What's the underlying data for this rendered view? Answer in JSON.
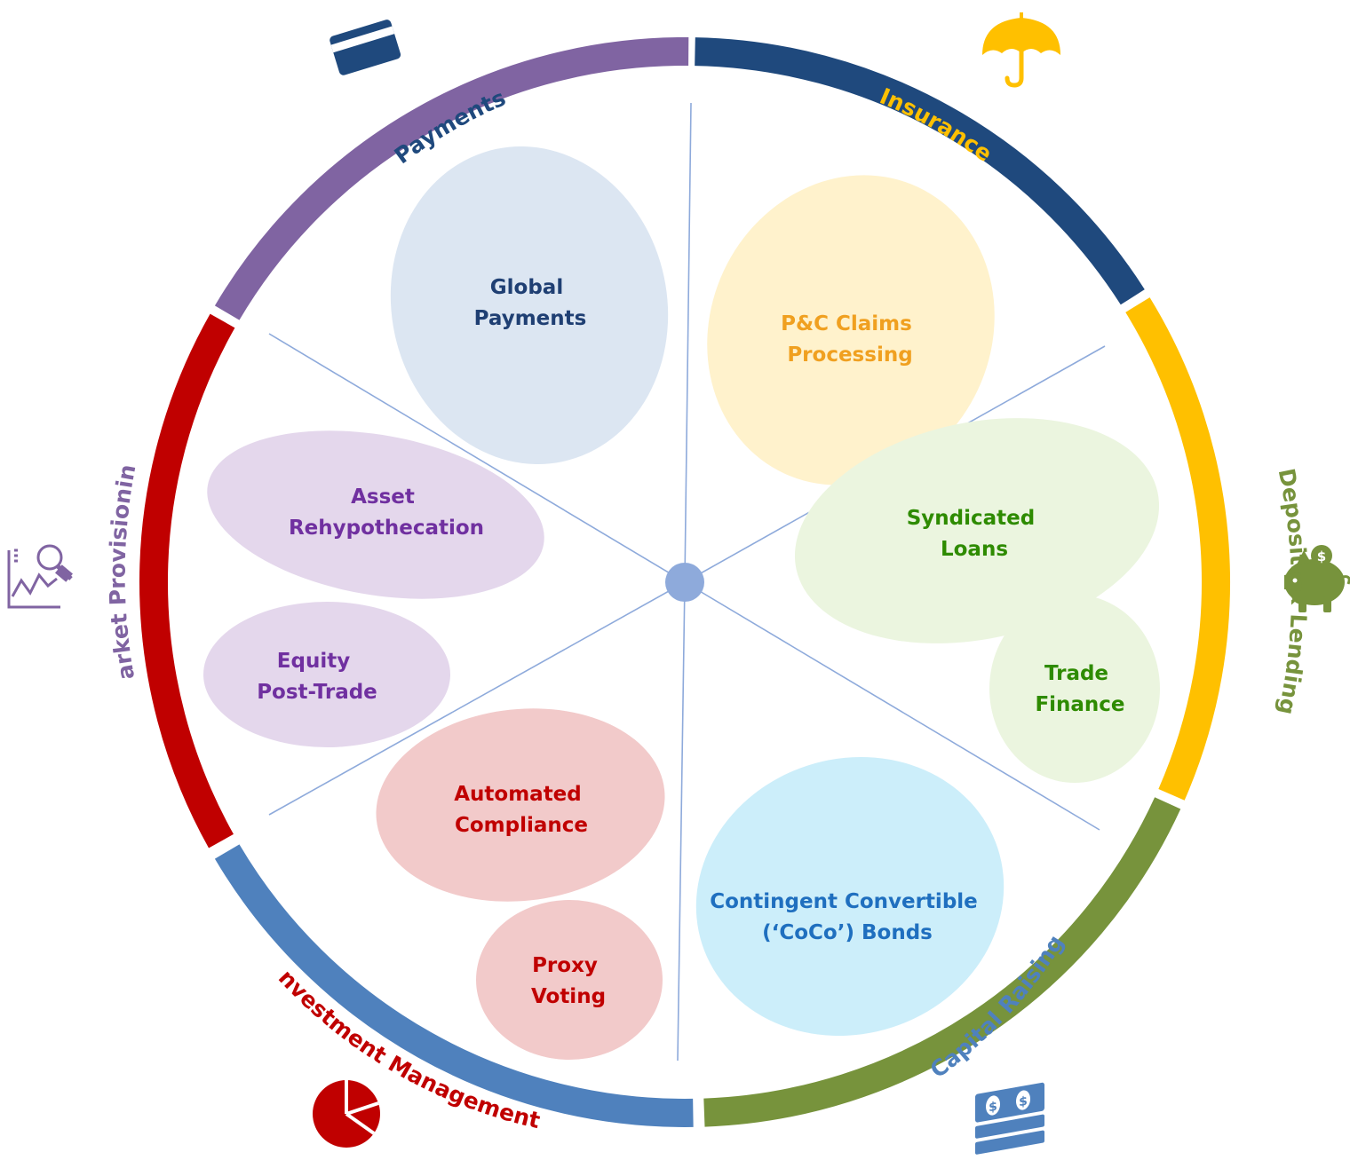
{
  "segments": [
    {
      "key": "payments",
      "label": "Payments",
      "color": "#1F497D",
      "icon": "credit-card-icon"
    },
    {
      "key": "insurance",
      "label": "Insurance",
      "color": "#FFC000",
      "icon": "umbrella-icon"
    },
    {
      "key": "deposits",
      "label": "Deposits & Lending",
      "color": "#77933C",
      "icon": "piggy-bank-icon"
    },
    {
      "key": "capital",
      "label": "Capital Raising",
      "color": "#4F81BD",
      "icon": "money-stack-icon"
    },
    {
      "key": "investment",
      "label": "Investment Management",
      "color": "#C00000",
      "icon": "pie-chart-icon"
    },
    {
      "key": "market",
      "label": "Market Provisioning",
      "color": "#8064A2",
      "icon": "chart-magnifier-icon"
    }
  ],
  "use_cases": [
    {
      "key": "global-payments",
      "lines": [
        "Global",
        "Payments"
      ],
      "fill": "#DCE6F2",
      "text_color": "#1F3F73"
    },
    {
      "key": "pc-claims",
      "lines": [
        "P&C Claims",
        "Processing"
      ],
      "fill": "#FFF2CC",
      "text_color": "#F0A020"
    },
    {
      "key": "syndicated-loans",
      "lines": [
        "Syndicated",
        "Loans"
      ],
      "fill": "#EBF5DF",
      "text_color": "#2E8B00"
    },
    {
      "key": "trade-finance",
      "lines": [
        "Trade",
        "Finance"
      ],
      "fill": "#EBF5DF",
      "text_color": "#2E8B00"
    },
    {
      "key": "coco-bonds",
      "lines": [
        "Contingent Convertible",
        "(‘CoCo’) Bonds"
      ],
      "fill": "#CCEEFA",
      "text_color": "#1F6FBF"
    },
    {
      "key": "automated-compliance",
      "lines": [
        "Automated",
        "Compliance"
      ],
      "fill": "#F2CACA",
      "text_color": "#C00000"
    },
    {
      "key": "proxy-voting",
      "lines": [
        "Proxy",
        "Voting"
      ],
      "fill": "#F2CACA",
      "text_color": "#C00000"
    },
    {
      "key": "asset-rehypothecation",
      "lines": [
        "Asset",
        "Rehypothecation"
      ],
      "fill": "#E4D7EC",
      "text_color": "#7030A0"
    },
    {
      "key": "equity-post-trade",
      "lines": [
        "Equity",
        "Post-Trade"
      ],
      "fill": "#E4D7EC",
      "text_color": "#7030A0"
    }
  ],
  "center_color": "#8EAADB",
  "spoke_color": "#8EAADB"
}
